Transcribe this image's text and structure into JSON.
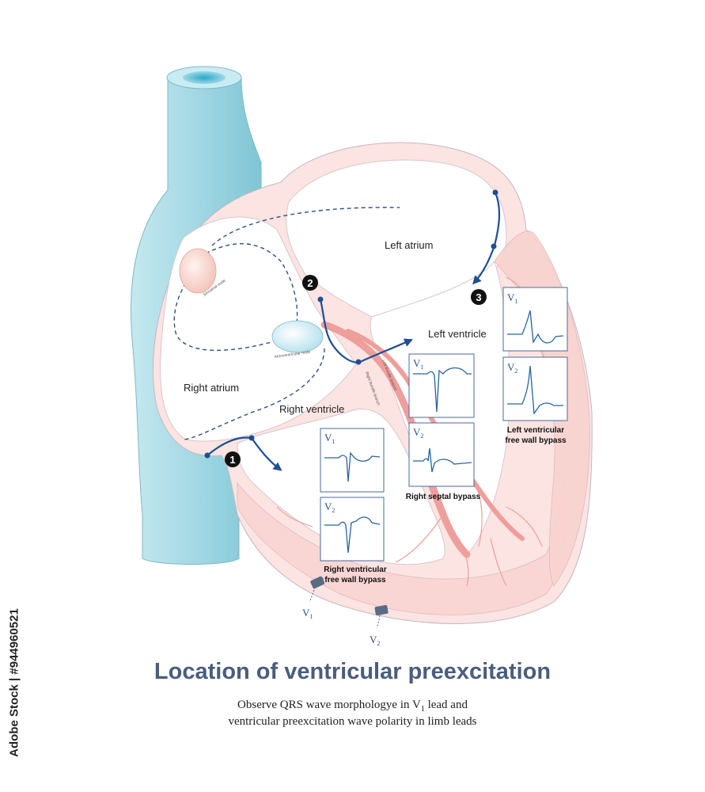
{
  "labels": {
    "left_atrium": "Left atrium",
    "left_ventricle": "Left ventricle",
    "right_atrium": "Right atrium",
    "right_ventricle": "Right ventricle",
    "sinoatrial_node": "Sinoatrial node",
    "atrioventricular_node": "Atrioventricular node",
    "left_bundle_branch": "Left bundle branch",
    "right_bundle_branch": "Right bundle branch"
  },
  "markers": [
    "1",
    "2",
    "3"
  ],
  "leads": {
    "v1": "V",
    "v1_sub": "1",
    "v2": "V",
    "v2_sub": "2"
  },
  "captions": {
    "right_free_wall_1": "Right ventricular",
    "right_free_wall_2": "free wall bypass",
    "right_septal": "Right septal bypass",
    "left_free_wall_1": "Left ventricular",
    "left_free_wall_2": "free wall bypass"
  },
  "title": "Location of ventricular preexcitation",
  "subtitle_line1_a": "Observe QRS wave morphologye in V",
  "subtitle_line1_sub": "1",
  "subtitle_line1_b": " lead and",
  "subtitle_line2": "ventricular preexcitation wave polarity in limb leads",
  "sidebar_text": "Adobe Stock | #944960521",
  "colors": {
    "vessel": "#a9dbe6",
    "heart_wall": "#fbe1df",
    "bundle": "#ee9e9b",
    "pathway": "#1f4e96",
    "title": "#4a5d7e"
  }
}
